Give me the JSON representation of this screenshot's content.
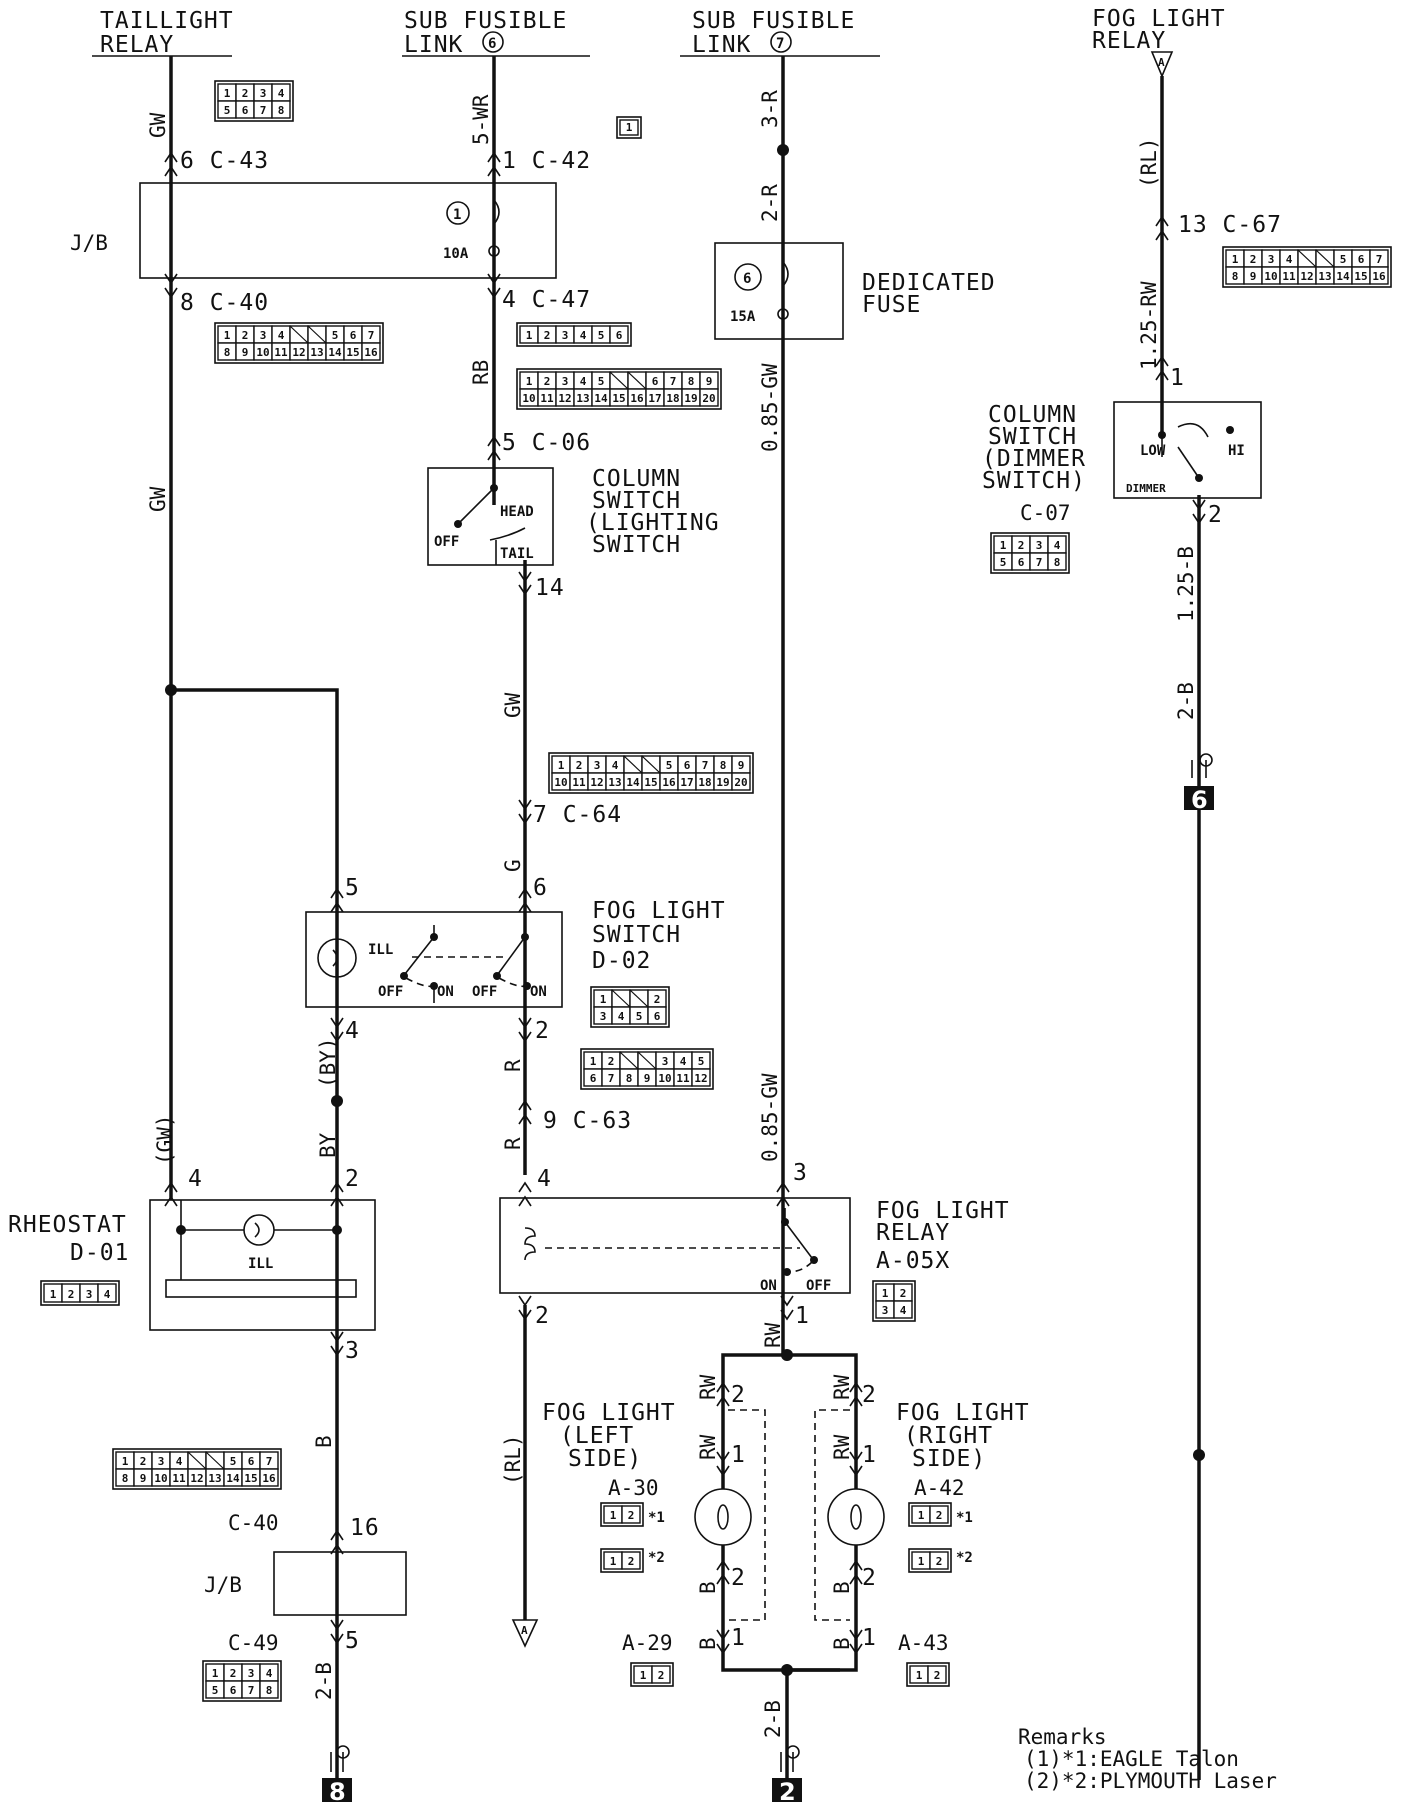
{
  "sources": {
    "taillight_relay": [
      "TAILLIGHT",
      "RELAY"
    ],
    "sub_fusible_6": [
      "SUB FUSIBLE",
      "LINK"
    ],
    "sub_fusible_6_num": "6",
    "sub_fusible_7": [
      "SUB FUSIBLE",
      "LINK"
    ],
    "sub_fusible_7_num": "7",
    "fog_light_relay_top": [
      "FOG LIGHT",
      "RELAY"
    ]
  },
  "components": {
    "jb_top": "J/B",
    "jb_bottom": "J/B",
    "fuse1_num": "1",
    "fuse1_rating": "10A",
    "fuse6_num": "6",
    "fuse6_rating": "15A",
    "dedicated_fuse": [
      "DEDICATED",
      "FUSE"
    ],
    "column_switch_lighting": [
      "COLUMN",
      "SWITCH",
      "(LIGHTING",
      "SWITCH"
    ],
    "head": "HEAD",
    "tail": "TAIL",
    "off": "OFF",
    "column_switch_dimmer": [
      "COLUMN",
      "SWITCH",
      "(DIMMER",
      "SWITCH)"
    ],
    "dimmer_conn": "C-07",
    "low": "LOW",
    "hi": "HI",
    "dimmer": "DIMMER",
    "fog_light_switch": [
      "FOG LIGHT",
      "SWITCH",
      "D-02"
    ],
    "ill": "ILL",
    "sw_off_1": "OFF",
    "sw_on_1": "ON",
    "sw_off_2": "OFF",
    "sw_on_2": "ON",
    "rheostat": [
      "RHEOSTAT",
      "D-01"
    ],
    "fog_light_relay": [
      "FOG LIGHT",
      "RELAY",
      "A-05X"
    ],
    "relay_on": "ON",
    "relay_off": "OFF",
    "fog_left": [
      "FOG LIGHT",
      "(LEFT",
      "SIDE)",
      "A-30"
    ],
    "fog_right": [
      "FOG LIGHT",
      "(RIGHT",
      "SIDE)",
      "A-42"
    ],
    "a29": "A-29",
    "a43": "A-43",
    "c49": "C-49",
    "c40_bottom": "C-40",
    "star1": "*1",
    "star2": "*2",
    "terminal_a": "A"
  },
  "wires": {
    "gw_top": "GW",
    "gw_mid": "GW",
    "gw_paren": "(GW)",
    "wr5": "5-WR",
    "rb": "RB",
    "gw_c64": "GW",
    "g": "G",
    "r1": "R",
    "r2": "R",
    "rl_vert": "(RL)",
    "by_paren": "(BY)",
    "by": "BY",
    "b_rheo": "B",
    "b2_bottom": "2-B",
    "r3": "3-R",
    "r2r": "2-R",
    "gw085a": "0.85-GW",
    "gw085b": "0.85-GW",
    "rw_relay": "RW",
    "rw_l1": "RW",
    "rw_l2": "RW",
    "rw_r1": "RW",
    "rw_r2": "RW",
    "b_l1": "B",
    "b_l2": "B",
    "b_r1": "B",
    "b_r2": "B",
    "b2_lamps": "2-B",
    "rl_top": "(RL)",
    "rw125": "1.25-RW",
    "b125": "1.25-B",
    "b2_right": "2-B"
  },
  "connectors": {
    "c43": "6  C-43",
    "c42": "1  C-42",
    "c40": "8  C-40",
    "c47": "4  C-47",
    "c06": "5  C-06",
    "pin14": "14",
    "c64": "7  C-64",
    "pin5_sw": "5",
    "pin6_sw": "6",
    "pin4_sw": "4",
    "pin2_sw": "2",
    "c63": "9  C-63",
    "pin4_rheo": "4",
    "pin2_rheo": "2",
    "pin3_rheo": "3",
    "pin16": "16",
    "pin5_jb": "5",
    "pin4_relay": "4",
    "pin2_relay": "2",
    "pin3_relay": "3",
    "pin1_relay": "1",
    "pin2_l": "2",
    "pin1_l": "1",
    "pin2_lb": "2",
    "pin1_lb": "1",
    "pin2_r": "2",
    "pin1_r": "1",
    "pin2_rb": "2",
    "pin1_rb": "1",
    "c67": "13  C-67",
    "pin1_dim": "1",
    "pin2_dim": "2"
  },
  "grounds": [
    "8",
    "2",
    "6"
  ],
  "remarks": {
    "title": "Remarks",
    "line1": "(1)*1:EAGLE Talon",
    "line2": "(2)*2:PLYMOUTH Laser"
  },
  "pinouts": {
    "c43": [
      [
        "1",
        "2",
        "3",
        "4"
      ],
      [
        "5",
        "6",
        "7",
        "8"
      ]
    ],
    "c42": [
      [
        "1"
      ]
    ],
    "c40": [
      [
        "1",
        "2",
        "3",
        "4",
        "",
        "",
        "5",
        "6",
        "7"
      ],
      [
        "8",
        "9",
        "10",
        "11",
        "12",
        "13",
        "14",
        "15",
        "16"
      ]
    ],
    "c47": [
      [
        "1",
        "2",
        "3",
        "4",
        "5",
        "6"
      ]
    ],
    "c06": [
      [
        "1",
        "2",
        "3",
        "4",
        "5",
        "",
        "",
        "6",
        "7",
        "8",
        "9"
      ],
      [
        "10",
        "11",
        "12",
        "13",
        "14",
        "15",
        "16",
        "17",
        "18",
        "19",
        "20"
      ]
    ],
    "c67": [
      [
        "1",
        "2",
        "3",
        "4",
        "",
        "",
        "5",
        "6",
        "7"
      ],
      [
        "8",
        "9",
        "10",
        "11",
        "12",
        "13",
        "14",
        "15",
        "16"
      ]
    ],
    "c07": [
      [
        "1",
        "2",
        "3",
        "4"
      ],
      [
        "5",
        "6",
        "7",
        "8"
      ]
    ],
    "c64": [
      [
        "1",
        "2",
        "3",
        "4",
        "",
        "",
        "5",
        "6",
        "7",
        "8",
        "9"
      ],
      [
        "10",
        "11",
        "12",
        "13",
        "14",
        "15",
        "16",
        "17",
        "18",
        "19",
        "20"
      ]
    ],
    "d02": [
      [
        "1",
        "",
        "",
        "2"
      ],
      [
        "3",
        "4",
        "5",
        "6"
      ]
    ],
    "c63": [
      [
        "1",
        "2",
        "",
        "",
        "3",
        "4",
        "5"
      ],
      [
        "6",
        "7",
        "8",
        "9",
        "10",
        "11",
        "12"
      ]
    ],
    "d01": [
      [
        "1",
        "2",
        "3",
        "4"
      ]
    ],
    "a05x": [
      [
        "1",
        "2"
      ],
      [
        "3",
        "4"
      ]
    ],
    "c40b": [
      [
        "1",
        "2",
        "3",
        "4",
        "",
        "",
        "5",
        "6",
        "7"
      ],
      [
        "8",
        "9",
        "10",
        "11",
        "12",
        "13",
        "14",
        "15",
        "16"
      ]
    ],
    "c49": [
      [
        "1",
        "2",
        "3",
        "4"
      ],
      [
        "5",
        "6",
        "7",
        "8"
      ]
    ],
    "a30_1": [
      [
        "1",
        "2"
      ]
    ],
    "a30_2": [
      [
        "1",
        "2"
      ]
    ],
    "a42_1": [
      [
        "1",
        "2"
      ]
    ],
    "a42_2": [
      [
        "1",
        "2"
      ]
    ],
    "a29": [
      [
        "1",
        "2"
      ]
    ],
    "a43": [
      [
        "1",
        "2"
      ]
    ]
  }
}
